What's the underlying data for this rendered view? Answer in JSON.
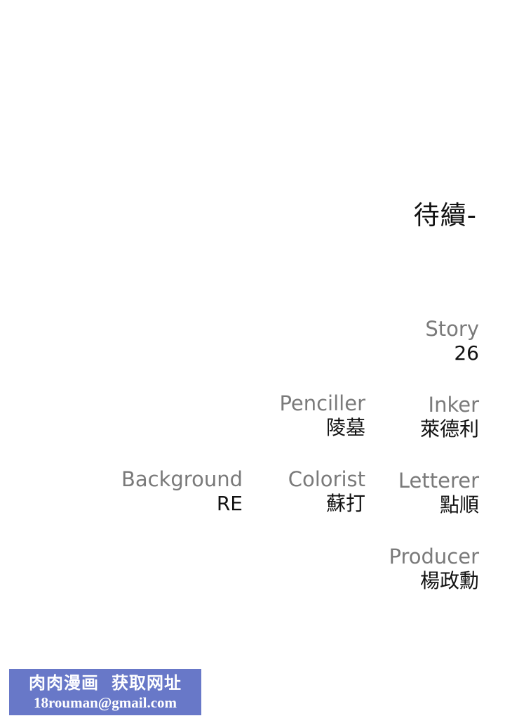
{
  "page": {
    "to_be_continued": "待續-"
  },
  "credits": {
    "story": {
      "role": "Story",
      "name": "26"
    },
    "penciller": {
      "role": "Penciller",
      "name": "陵墓"
    },
    "inker": {
      "role": "Inker",
      "name": "萊德利"
    },
    "background": {
      "role": "Background",
      "name": "RE"
    },
    "colorist": {
      "role": "Colorist",
      "name": "蘇打"
    },
    "letterer": {
      "role": "Letterer",
      "name": "點順"
    },
    "producer": {
      "role": "Producer",
      "name": "楊政勳"
    }
  },
  "watermark": {
    "line1_part1": "肉肉漫画",
    "line1_part2": "获取网址",
    "line2": "18rouman@gmail.com",
    "background_color": "#6878c8"
  }
}
